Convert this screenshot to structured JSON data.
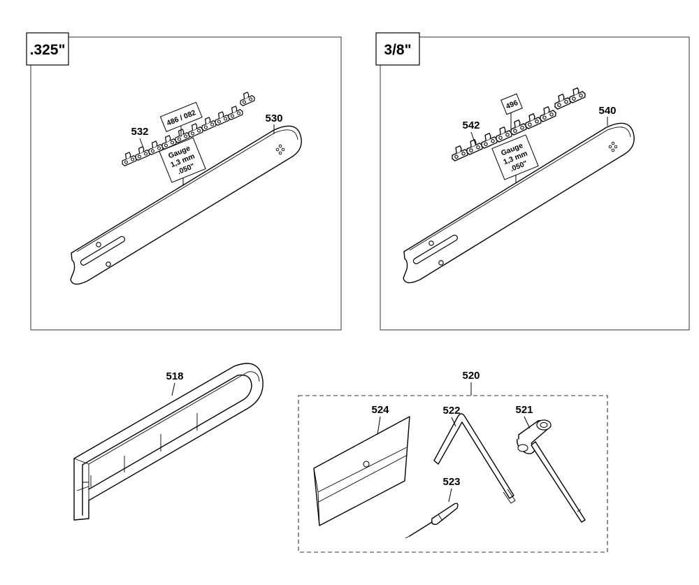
{
  "panels": {
    "left": {
      "size_label": ".325\"",
      "chain_part": "532",
      "bar_part": "530",
      "chain_code": "486 / 082",
      "gauge": {
        "line1": "Gauge",
        "line2": "1,3 mm",
        "line3": ".050\""
      }
    },
    "right": {
      "size_label": "3/8\"",
      "chain_part": "542",
      "bar_part": "540",
      "chain_code": "496",
      "gauge": {
        "line1": "Gauge",
        "line2": "1,3 mm",
        "line3": ".050\""
      }
    }
  },
  "cover": {
    "part": "518"
  },
  "toolkit": {
    "group_part": "520",
    "file_guide_part": "524",
    "hex_key_part": "522",
    "screwdriver_part": "523",
    "combination_wrench_part": "521"
  }
}
